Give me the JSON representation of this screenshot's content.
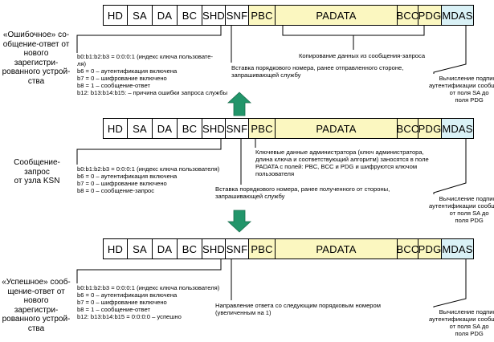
{
  "fields": [
    {
      "key": "hd",
      "label": "HD",
      "fill": "white"
    },
    {
      "key": "sa",
      "label": "SA",
      "fill": "white"
    },
    {
      "key": "da",
      "label": "DA",
      "fill": "white"
    },
    {
      "key": "bc",
      "label": "BC",
      "fill": "white"
    },
    {
      "key": "shd",
      "label": "SHD",
      "fill": "white"
    },
    {
      "key": "snf",
      "label": "SNF",
      "fill": "white"
    },
    {
      "key": "pbc",
      "label": "PBC",
      "fill": "yellow"
    },
    {
      "key": "padata",
      "label": "PADATA",
      "fill": "yellow"
    },
    {
      "key": "bcc",
      "label": "BCC",
      "fill": "yellow"
    },
    {
      "key": "pdg",
      "label": "PDG",
      "fill": "yellow"
    },
    {
      "key": "mdas",
      "label": "MDAS",
      "fill": "blue"
    }
  ],
  "colors": {
    "yellow": "#fbf7c0",
    "blue": "#d9f1f6",
    "arrow": "#22956a"
  },
  "rows": {
    "top": {
      "side_label": [
        "«Ошибочное» со-",
        "общение-ответ от",
        "нового зарегистри-",
        "рованного устрой-",
        "ства"
      ],
      "header_notes": [
        "b0:b1:b2:b3 = 0:0:0:1 (индекс ключа пользовате-",
        "ля)",
        "b6 = 0 – аутентификация включена",
        "b7 = 0 – шифрование включено",
        "b8 = 1 – сообщение-ответ",
        "b12: b13:b14:b15: – причина ошибки запроса службы"
      ],
      "snf_note": [
        "Вставка порядкового номера, ранее отправленного стороне,",
        "запрашивающей службу"
      ],
      "padata_note": [
        "Копирование данных из сообщения-запроса"
      ],
      "mdas_note": [
        "Вычисление подписи",
        "аутентификации сообщения",
        "от поля SA до",
        "поля PDG"
      ]
    },
    "middle": {
      "side_label": [
        "Сообщение-запрос",
        "от узла KSN"
      ],
      "header_notes": [
        "b0:b1:b2:b3 = 0:0:0:1 (индекс ключа пользователя)",
        "b6 = 0 – аутентификация включена",
        "b7 = 0 – шифрование включено",
        "b8 = 0 – сообщение-запрос"
      ],
      "snf_note": [
        "Вставка порядкового номера, ранее полученного от стороны,",
        "запрашивающей службу"
      ],
      "padata_note": [
        "Ключевые данные администратора (ключ администратора,",
        "длина ключа и соответствующий алгоритм) заносятся в поле",
        "PADATA с полей: PBC, BCC и PDG и шифруются ключом",
        "пользователя"
      ],
      "mdas_note": [
        "Вычисление подписи",
        "аутентификации сообщения",
        "от поля SA до",
        "поля PDG"
      ]
    },
    "bottom": {
      "side_label": [
        "«Успешное» сооб-",
        "щение-ответ от",
        "нового зарегистри-",
        "рованного устрой-",
        "ства"
      ],
      "header_notes": [
        "b0:b1:b2:b3 = 0:0:0:1 (индекс ключа пользователя)",
        "b6 = 0 – аутентификация включена",
        "b7 = 0 – шифрование включено",
        "b8 = 1 – сообщение-ответ",
        "b12: b13:b14:b15 = 0:0:0:0 – успешно"
      ],
      "snf_note": [
        "Направление ответа со следующим порядковым номером",
        "(увеличенным на 1)"
      ],
      "mdas_note": [
        "Вычисление подписи",
        "аутентификации сообщения",
        "от поля SA до",
        "поля PDG"
      ]
    }
  }
}
